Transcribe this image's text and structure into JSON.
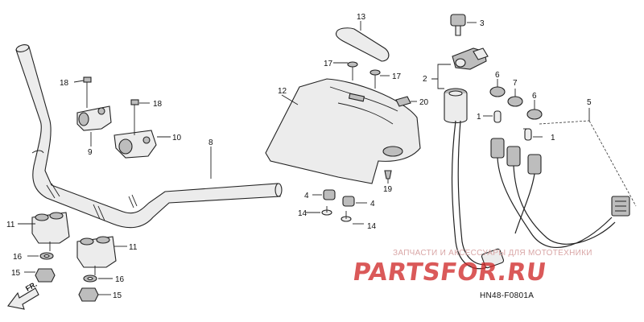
{
  "diagram_code": "HN48-F0801A",
  "direction_label": "FR.",
  "watermark": {
    "tagline": "ЗАПЧАСТИ И АКСЕССУАРЫ ДЛЯ МОТОТЕХНИКИ",
    "logo": "PARTSFOR.RU",
    "color": "#cf2a2a"
  },
  "callouts": {
    "c1a": "1",
    "c1b": "1",
    "c2": "2",
    "c3": "3",
    "c4a": "4",
    "c4b": "4",
    "c5": "5",
    "c6a": "6",
    "c6b": "6",
    "c7": "7",
    "c8": "8",
    "c9": "9",
    "c10": "10",
    "c11a": "11",
    "c11b": "11",
    "c12": "12",
    "c13": "13",
    "c14a": "14",
    "c14b": "14",
    "c15a": "15",
    "c15b": "15",
    "c16a": "16",
    "c16b": "16",
    "c17a": "17",
    "c17b": "17",
    "c18a": "18",
    "c18b": "18",
    "c19": "19",
    "c20": "20"
  }
}
